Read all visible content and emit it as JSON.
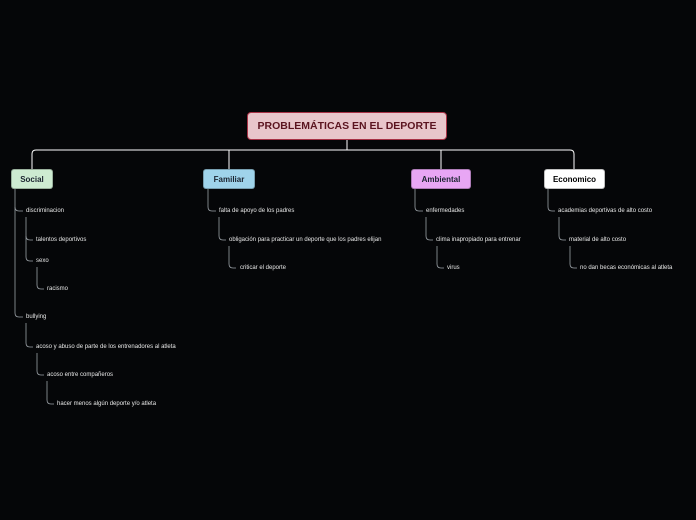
{
  "root": {
    "label": "PROBLEMÁTICAS EN EL DEPORTE"
  },
  "categories": {
    "social": {
      "label": "Social",
      "items": {
        "discriminacion": "discriminacion",
        "talentos": "talentos deportivos",
        "sexo": "sexo",
        "racismo": "racismo",
        "bullying": "bullying",
        "acoso_entrenadores": "acoso y abuso de parte de los entrenadores al atleta",
        "acoso_companeros": "acoso entre compañeros",
        "hacer_menos": "hacer menos algún deporte y/o atleta"
      }
    },
    "familiar": {
      "label": "Familiar",
      "items": {
        "falta_apoyo": "falta de apoyo de los padres",
        "obligacion": "obligación para practicar un deporte que los padres elijan",
        "criticar": "criticar el deporte"
      }
    },
    "ambiental": {
      "label": "Ambiental",
      "items": {
        "enfermedades": "enfermedades",
        "clima": "clima inapropiado para entrenar",
        "virus": "virus"
      }
    },
    "economico": {
      "label": "Economico",
      "items": {
        "academias": "academias deportivas de alto costo",
        "material": "material de alto costo",
        "becas": "no dan becas económicas al atleta"
      }
    }
  }
}
